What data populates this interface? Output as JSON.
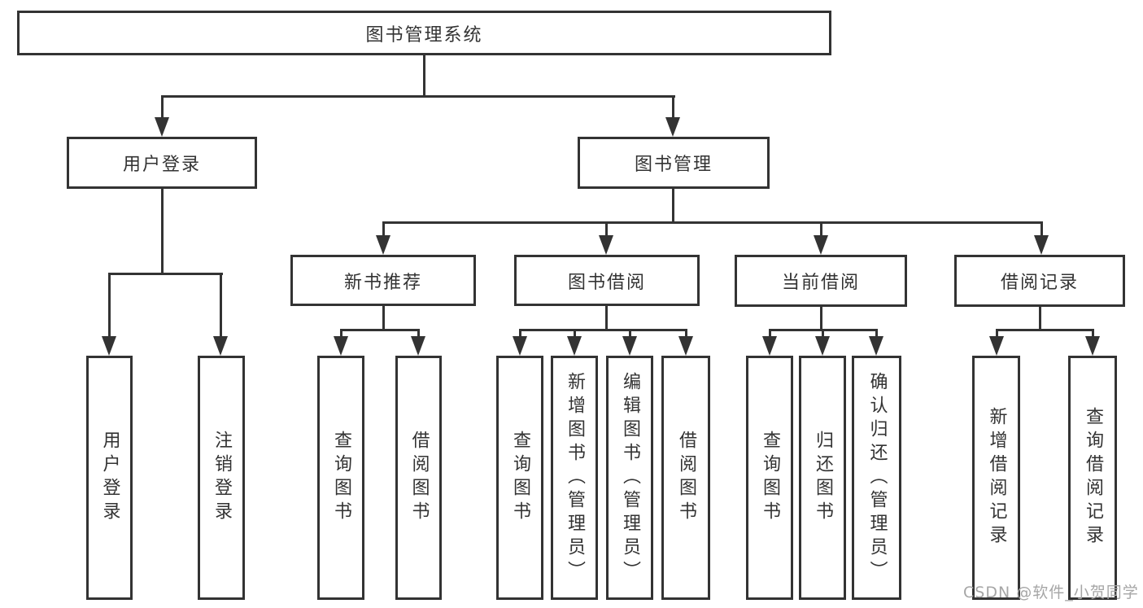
{
  "diagram_title": "图书管理系统",
  "watermark": "CSDN @软件_小贺同学",
  "colors": {
    "line": "#333333",
    "text": "#333333",
    "background": "#ffffff",
    "watermark": "#a6a6a6"
  },
  "tree": {
    "label": "图书管理系统",
    "children": [
      {
        "label": "用户登录",
        "children": [
          {
            "label": "用户登录"
          },
          {
            "label": "注销登录"
          }
        ]
      },
      {
        "label": "图书管理",
        "children": [
          {
            "label": "新书推荐",
            "children": [
              {
                "label": "查询图书"
              },
              {
                "label": "借阅图书"
              }
            ]
          },
          {
            "label": "图书借阅",
            "children": [
              {
                "label": "查询图书"
              },
              {
                "label": "新增图书（管理员）"
              },
              {
                "label": "编辑图书（管理员）"
              },
              {
                "label": "借阅图书"
              }
            ]
          },
          {
            "label": "当前借阅",
            "children": [
              {
                "label": "查询图书"
              },
              {
                "label": "归还图书"
              },
              {
                "label": "确认归还（管理员）"
              }
            ]
          },
          {
            "label": "借阅记录",
            "children": [
              {
                "label": "新增借阅记录"
              },
              {
                "label": "查询借阅记录"
              }
            ]
          }
        ]
      }
    ]
  }
}
